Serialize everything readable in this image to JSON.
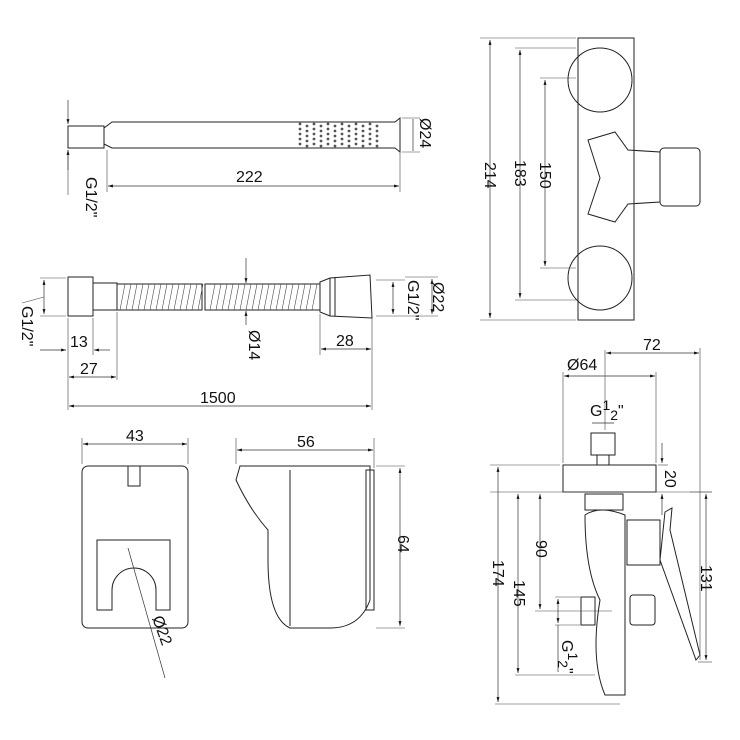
{
  "hand_shower": {
    "length": "222",
    "diameter": "Ø24",
    "thread": "G1/2\""
  },
  "hose": {
    "thread_left": "G1/2\"",
    "nut": "13",
    "ferrule": "27",
    "length": "1500",
    "diameter": "Ø14",
    "end": "28",
    "thread_right": "G1/2\"",
    "end_diameter": "Ø22"
  },
  "holder": {
    "width": "43",
    "depth": "56",
    "height": "64",
    "bore": "Ø22"
  },
  "mixer_front": {
    "overall": "214",
    "flange": "183",
    "centers": "150"
  },
  "mixer_side": {
    "flange_diameter": "Ø64",
    "projection": "72",
    "inlet_thread": "G",
    "plate": "20",
    "to_outlet": "90",
    "to_bottom": "145",
    "overall": "174",
    "lever": "131",
    "outlet_thread": "G"
  },
  "fraction": {
    "num": "1",
    "den": "2",
    "inch": "\""
  }
}
